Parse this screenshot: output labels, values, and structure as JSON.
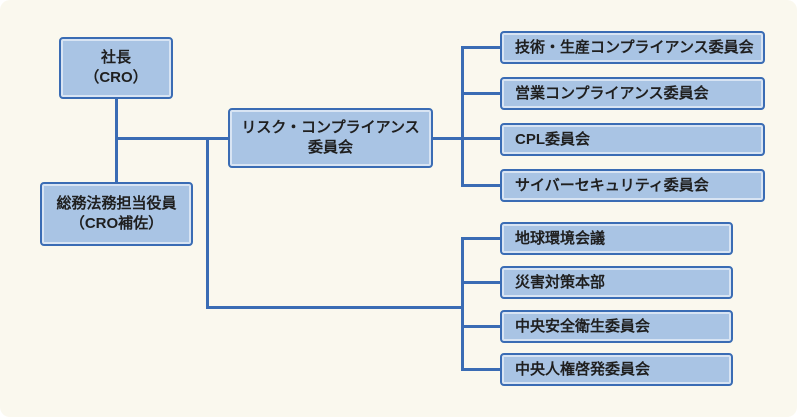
{
  "colors": {
    "background": "#faf8ee",
    "box_fill": "#a9c4e4",
    "box_border": "#3a6cb4",
    "connector_line": "#3a6cb4",
    "text": "#1f1f1f"
  },
  "nodes": {
    "president": {
      "line1": "社長",
      "line2": "（CRO）"
    },
    "officer": {
      "line1": "総務法務担当役員",
      "line2": "（CRO補佐）"
    },
    "risk_committee": {
      "line1": "リスク・コンプライアンス",
      "line2": "委員会"
    },
    "compliance_committees": [
      "技術・生産コンプライアンス委員会",
      "営業コンプライアンス委員会",
      "CPL委員会",
      "サイバーセキュリティ委員会"
    ],
    "other_bodies": [
      "地球環境会議",
      "災害対策本部",
      "中央安全衛生委員会",
      "中央人権啓発委員会"
    ]
  }
}
